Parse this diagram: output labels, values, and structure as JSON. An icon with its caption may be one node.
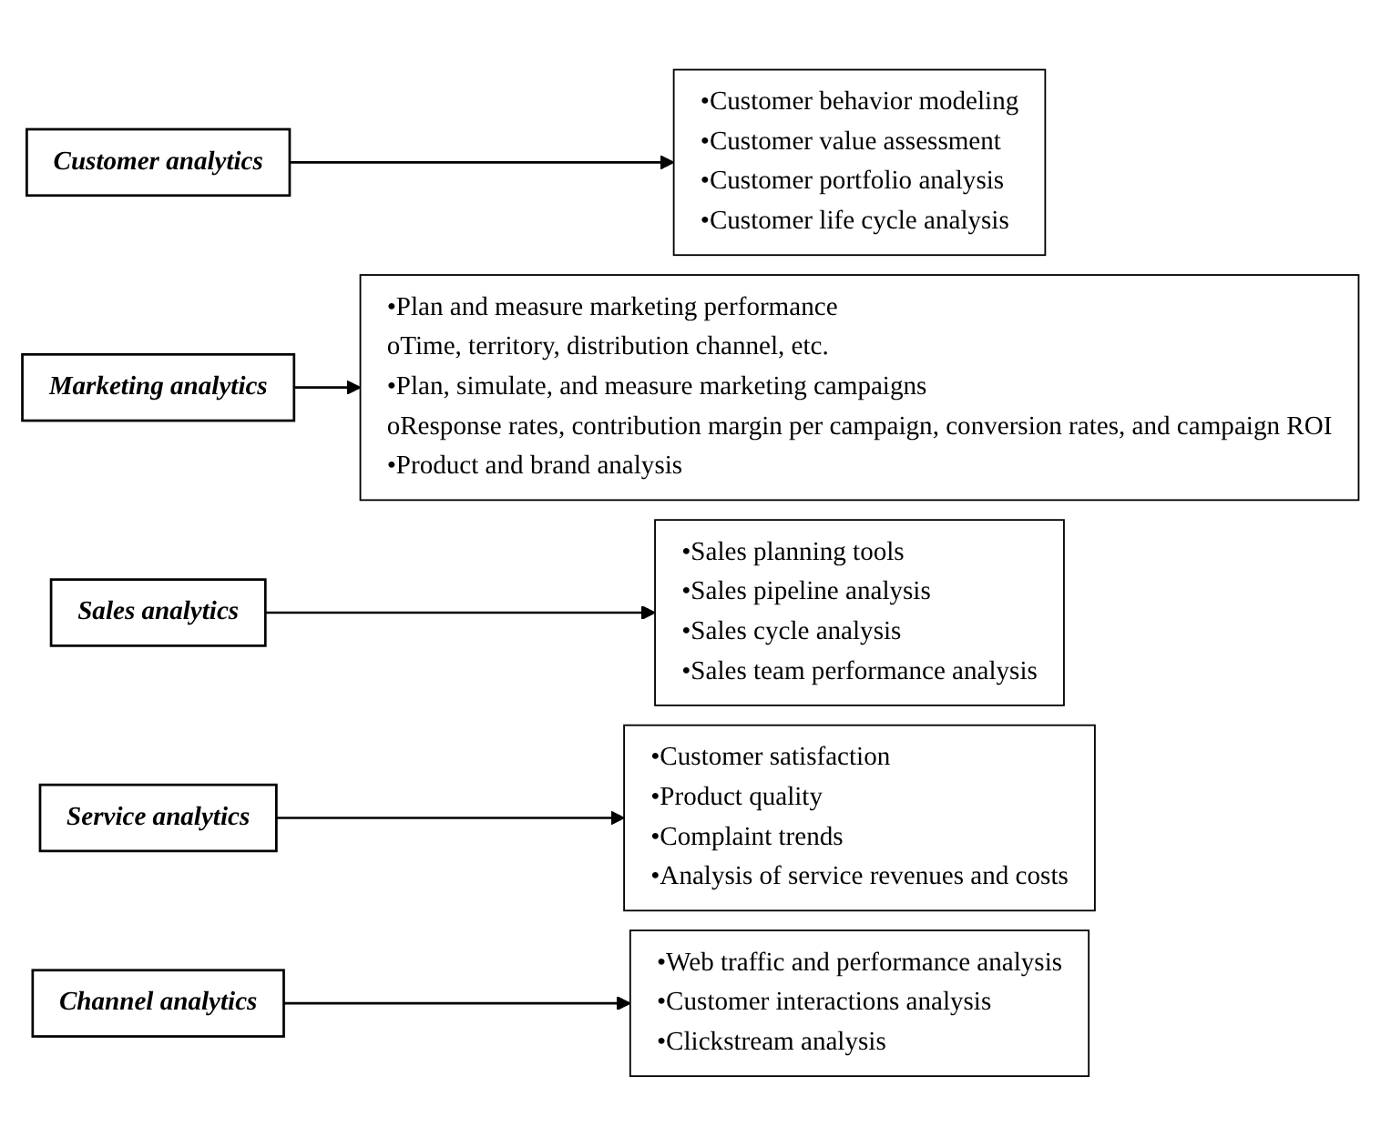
{
  "diagram": {
    "nodes": [
      {
        "text": [
          "Customer analytics"
        ]
      },
      {
        "text": [
          "•Customer behavior modeling",
          "•Customer value assessment",
          "•Customer portfolio analysis",
          "•Customer life cycle analysis"
        ]
      },
      {
        "text": [
          "Marketing analytics"
        ]
      },
      {
        "text": [
          "•Plan and measure marketing performance",
          "oTime, territory, distribution channel, etc.",
          "•Plan, simulate, and measure marketing campaigns",
          "oResponse rates, contribution margin per campaign, conversion rates, and campaign ROI",
          "•Product and brand analysis"
        ]
      },
      {
        "text": [
          "Sales analytics"
        ]
      },
      {
        "text": [
          "•Sales planning tools",
          "•Sales pipeline analysis",
          "•Sales cycle analysis",
          "•Sales team performance analysis"
        ]
      },
      {
        "text": [
          "Service analytics"
        ]
      },
      {
        "text": [
          "•Customer satisfaction",
          "•Product quality",
          "•Complaint trends",
          "•Analysis of service revenues and costs"
        ]
      },
      {
        "text": [
          "Channel analytics"
        ]
      },
      {
        "text": [
          "•Web traffic and performance analysis",
          "•Customer interactions analysis",
          "•Clickstream analysis"
        ]
      }
    ],
    "edges": [
      {
        "from": 0,
        "to": 1,
        "arrow": "to"
      },
      {
        "from": 2,
        "to": 3,
        "arrow": "to"
      },
      {
        "from": 4,
        "to": 5,
        "arrow": "to"
      },
      {
        "from": 6,
        "to": 7,
        "arrow": "to"
      },
      {
        "from": 8,
        "to": 9,
        "arrow": "to"
      }
    ]
  }
}
